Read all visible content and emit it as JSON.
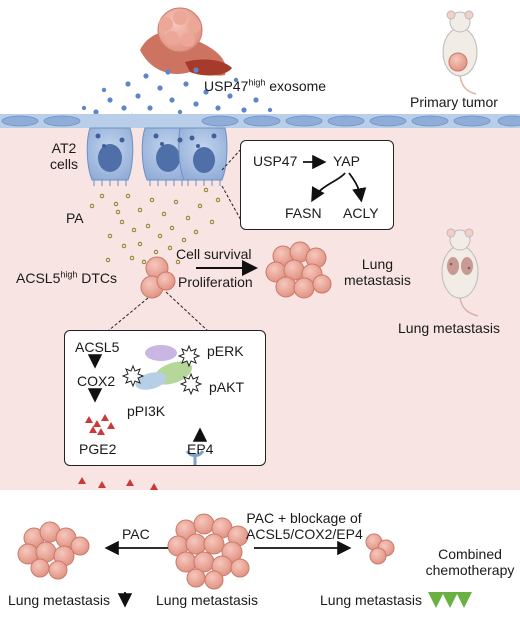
{
  "colors": {
    "background_pink": "#f8e4e2",
    "membrane_blue": "#9db8db",
    "cell_blue": "#9fb9df",
    "tumor_pink": "#e8a79a",
    "tumor_edge": "#d07a6a",
    "pge2_red": "#c93a3a",
    "dot_gold": "#c9a24a",
    "arrow_green": "#6bb043",
    "pi3k_blue": "#b6cfe6",
    "akt_green": "#b5d89a",
    "erk_purple": "#c9b6e2"
  },
  "top": {
    "exosome_label_main": "USP47",
    "exosome_label_sup": "high",
    "exosome_label_tail": " exosome",
    "primary_tumor_label": "Primary tumor",
    "at2_label_line1": "AT2",
    "at2_label_line2": "cells",
    "pa_label": "PA",
    "dtc_label_main": "ACSL5",
    "dtc_label_sup": "high",
    "dtc_label_tail": " DTCs",
    "cell_survival_label": "Cell survival",
    "proliferation_label": "Proliferation",
    "lung_metastasis_line1": "Lung",
    "lung_metastasis_line2": "metastasis",
    "lung_metastasis_mouse_label": "Lung metastasis"
  },
  "signaling_box": {
    "usp47": "USP47",
    "yap": "YAP",
    "fasn": "FASN",
    "acly": "ACLY"
  },
  "pathway_box": {
    "acsl5": "ACSL5",
    "cox2": "COX2",
    "pge2": "PGE2",
    "perk": "pERK",
    "pakt": "pAKT",
    "ppi3k": "pPI3K",
    "ep4": "EP4"
  },
  "bottom": {
    "pac_label": "PAC",
    "pac_blockage_line1": "PAC + blockage of",
    "pac_blockage_line2": "ACSL5/COX2/EP4",
    "combined_line1": "Combined",
    "combined_line2": "chemotherapy",
    "left_outcome": "Lung metastasis",
    "center_outcome": "Lung metastasis",
    "right_outcome": "Lung metastasis"
  }
}
